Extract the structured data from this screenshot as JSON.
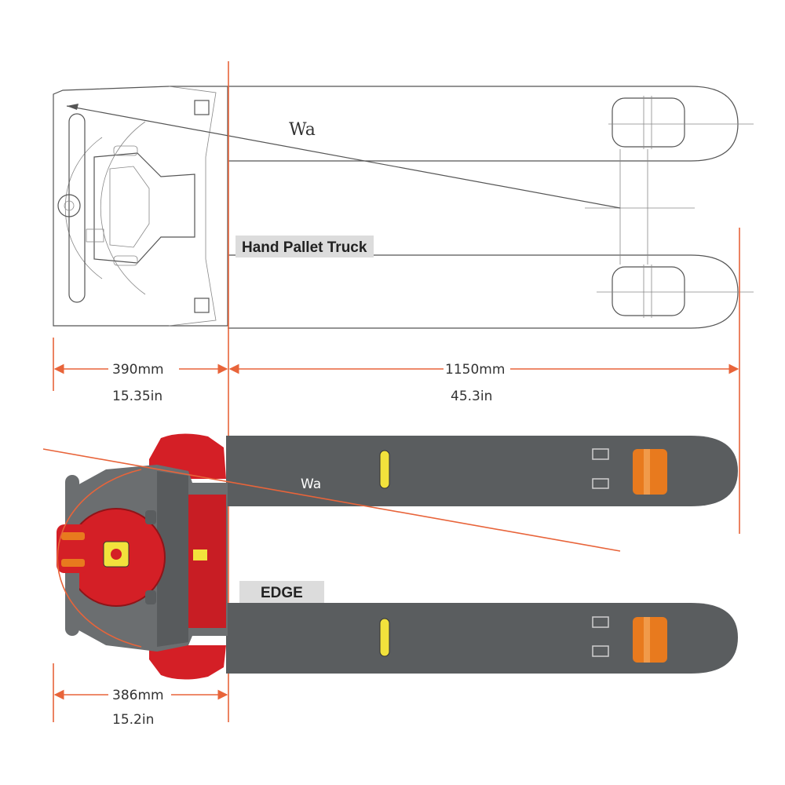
{
  "top_view": {
    "label": "Hand Pallet Truck",
    "wa_label": "Wa",
    "handle_dimension": {
      "mm": "390mm",
      "in": "15.35in"
    },
    "fork_dimension": {
      "mm": "1150mm",
      "in": "45.3in"
    }
  },
  "bottom_view": {
    "label": "EDGE",
    "wa_label": "Wa",
    "handle_dimension": {
      "mm": "386mm",
      "in": "15.2in"
    }
  },
  "colors": {
    "dimension_line": "#e8643a",
    "fork_body": "#5a5d5f",
    "body_red": "#d41f26",
    "wheel_orange": "#e87a1e",
    "marker_yellow": "#f2e23c",
    "label_box": "#dcdcdc"
  }
}
